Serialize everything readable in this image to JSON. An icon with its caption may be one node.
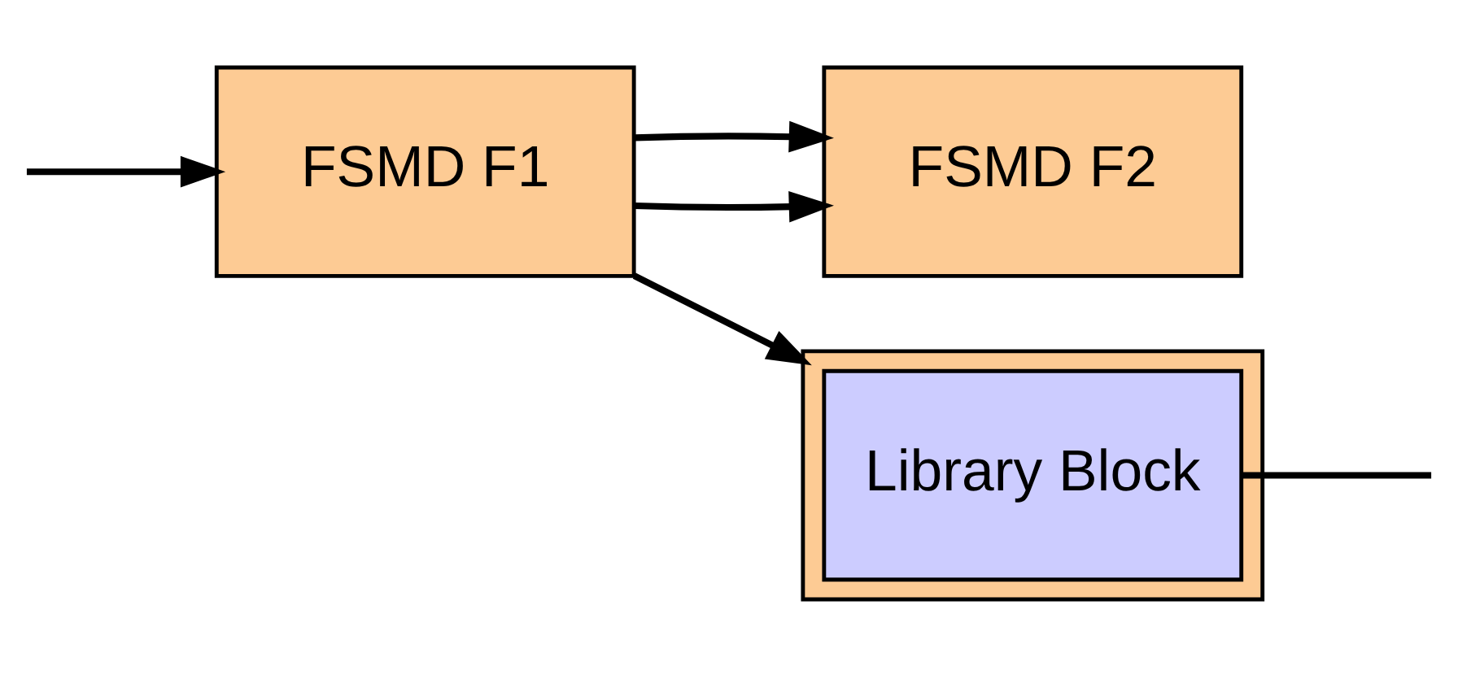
{
  "diagram": {
    "nodes": [
      {
        "text": [
          "FSMD F1"
        ]
      },
      {
        "text": [
          "FSMD F2"
        ]
      },
      {
        "text": [],
        "shape": "box"
      },
      {
        "text": [
          "Library Block"
        ],
        "in": 2
      }
    ],
    "edges": [
      {
        "from": null,
        "to": 0,
        "arrow": "to"
      },
      {
        "from": 0,
        "to": 1,
        "arrow": "to"
      },
      {
        "from": 0,
        "to": 1,
        "arrow": "to"
      },
      {
        "from": 0,
        "to": 2,
        "arrow": "to"
      },
      {
        "from": 3,
        "to": null,
        "arrow": "none"
      }
    ]
  }
}
